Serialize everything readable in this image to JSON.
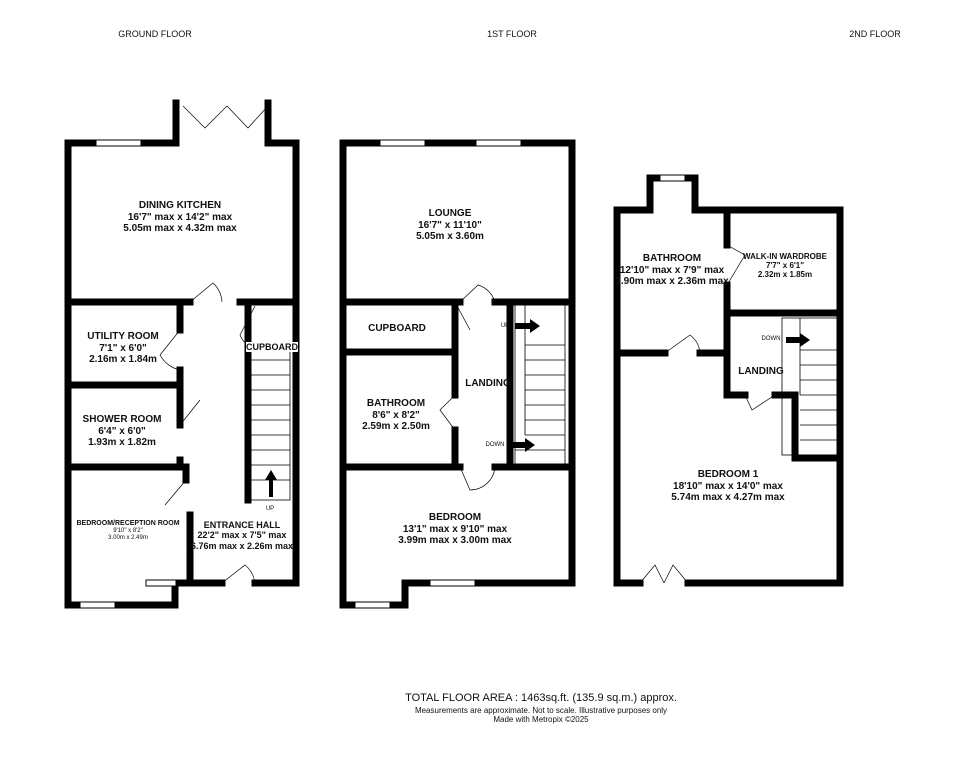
{
  "floors": [
    {
      "title": "GROUND FLOOR",
      "rooms": [
        {
          "name": "DINING KITCHEN",
          "imperial": "16'7\" max x 14'2\" max",
          "metric": "5.05m max x 4.32m max"
        },
        {
          "name": "UTILITY ROOM",
          "imperial": "7'1\"  x 6'0\"",
          "metric": "2.16m  x 1.84m"
        },
        {
          "name": "SHOWER ROOM",
          "imperial": "6'4\"  x 6'0\"",
          "metric": "1.93m  x 1.82m"
        },
        {
          "name": "BEDROOM/RECEPTION ROOM",
          "imperial": "9'10\"  x 8'2\"",
          "metric": "3.00m  x 2.49m"
        },
        {
          "name": "ENTRANCE HALL",
          "imperial": "22'2\" max x 7'5\" max",
          "metric": "6.76m max x 2.26m max"
        }
      ],
      "cupboard": "CUPBOARD",
      "stair_label": "UP"
    },
    {
      "title": "1ST FLOOR",
      "rooms": [
        {
          "name": "LOUNGE",
          "imperial": "16'7\"  x 11'10\"",
          "metric": "5.05m  x 3.60m"
        },
        {
          "name": "BATHROOM",
          "imperial": "8'6\"  x 8'2\"",
          "metric": "2.59m  x 2.50m"
        },
        {
          "name": "BEDROOM",
          "imperial": "13'1\" max x 9'10\" max",
          "metric": "3.99m max x 3.00m max"
        }
      ],
      "cupboard": "CUPBOARD",
      "landing": "LANDING",
      "stair_up": "UP",
      "stair_down": "DOWN"
    },
    {
      "title": "2ND FLOOR",
      "rooms": [
        {
          "name": "BATHROOM",
          "imperial": "12'10\" max x 7'9\" max",
          "metric": "3.90m max x 2.36m max"
        },
        {
          "name": "WALK-IN WARDROBE",
          "imperial": "7'7\"  x 6'1\"",
          "metric": "2.32m  x 1.85m"
        },
        {
          "name": "BEDROOM 1",
          "imperial": "18'10\" max x 14'0\" max",
          "metric": "5.74m max x 4.27m max"
        }
      ],
      "landing": "LANDING",
      "stair_down": "DOWN"
    }
  ],
  "footer": {
    "total_area": "TOTAL FLOOR AREA : 1463sq.ft. (135.9 sq.m.) approx.",
    "disclaimer": "Measurements are approximate.  Not to scale.  Illustrative purposes only",
    "credit": "Made with Metropix ©2025"
  }
}
